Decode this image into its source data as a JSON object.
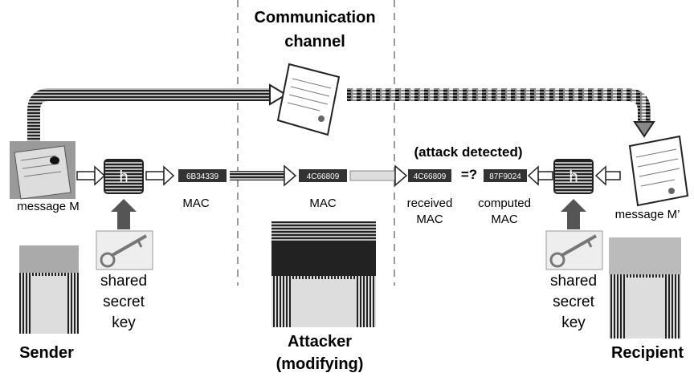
{
  "channel": {
    "title_line1": "Communication",
    "title_line2": "channel"
  },
  "status": {
    "attack_detected": "(attack detected)",
    "compare": "=?"
  },
  "sender": {
    "label": "Sender",
    "message_label": "message M",
    "hash_symbol": "h",
    "mac_value": "6B34339",
    "mac_label": "MAC",
    "key_line1": "shared",
    "key_line2": "secret",
    "key_line3": "key"
  },
  "attacker": {
    "label_line1": "Attacker",
    "label_line2": "(modifying)",
    "mac_value": "4C66809",
    "mac_label": "MAC"
  },
  "recipient": {
    "label": "Recipient",
    "message_label": "message M’",
    "hash_symbol": "h",
    "received_mac_value": "4C66809",
    "received_label_line1": "received",
    "received_label_line2": "MAC",
    "computed_mac_value": "87F9024",
    "computed_label_line1": "computed",
    "computed_label_line2": "MAC",
    "key_line1": "shared",
    "key_line2": "secret",
    "key_line3": "key"
  },
  "colors": {
    "dashed_line": "#999999",
    "attacker_band": "#222222",
    "hash_box": "#444444"
  },
  "icons": [
    "document-icon",
    "key-icon",
    "hash-box-icon",
    "person-icon",
    "arrow-icon"
  ]
}
